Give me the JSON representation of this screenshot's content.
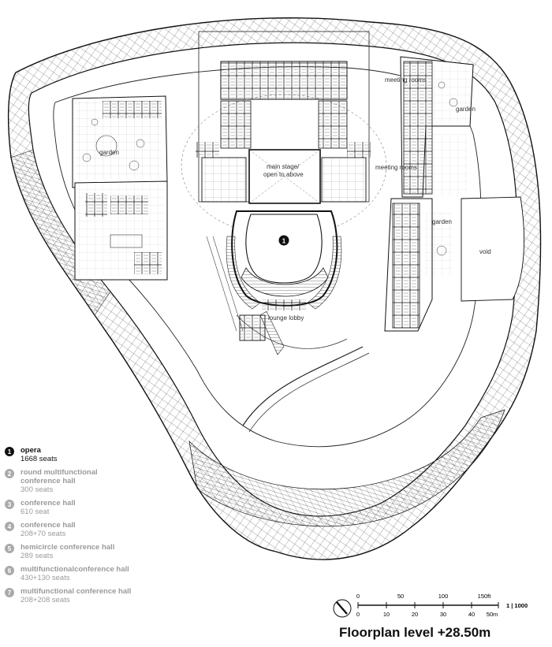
{
  "labels": {
    "garden_left": "garden",
    "meeting_rooms_top": "meeting rooms",
    "garden_right_top": "garden",
    "main_stage_line1": "main stage/",
    "main_stage_line2": "open to above",
    "meeting_rooms_mid": "meeting rooms",
    "garden_right_mid": "garden",
    "void": "void",
    "opera_marker": "1",
    "lounge_lobby": "lounge lobby"
  },
  "legend": [
    {
      "num": "1",
      "name": "opera",
      "seats": "1668 seats",
      "active": true
    },
    {
      "num": "2",
      "name": "round multifunctional\nconference hall",
      "seats": "300 seats",
      "active": false
    },
    {
      "num": "3",
      "name": "conference hall",
      "seats": "610 seat",
      "active": false
    },
    {
      "num": "4",
      "name": "conference hall",
      "seats": "208+70 seats",
      "active": false
    },
    {
      "num": "5",
      "name": "hemicircle conference hall",
      "seats": "289 seats",
      "active": false
    },
    {
      "num": "6",
      "name": "multifunctionalconference hall",
      "seats": "430+130 seats",
      "active": false
    },
    {
      "num": "7",
      "name": "multifunctional conference hall",
      "seats": "208+208 seats",
      "active": false
    }
  ],
  "scale": {
    "ft_ticks": [
      "0",
      "50",
      "100",
      "150ft"
    ],
    "m_ticks": [
      "0",
      "10",
      "20",
      "30",
      "40",
      "50m"
    ],
    "ratio": "1 | 1000"
  },
  "caption": "Floorplan level +28.50m"
}
